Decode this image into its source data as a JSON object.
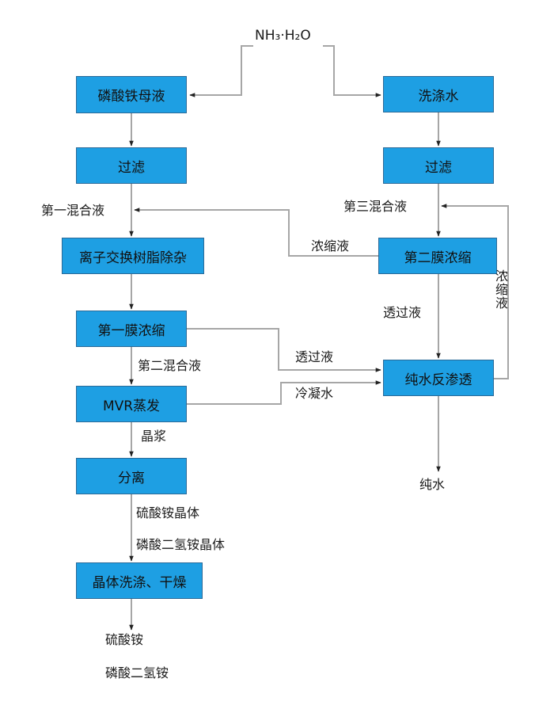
{
  "reagent": "NH₃·H₂O",
  "nodes": {
    "ferric_phosphate_mother_liquor": "磷酸铁母液",
    "filter_left": "过滤",
    "ion_exchange": "离子交换树脂除杂",
    "first_membrane": "第一膜浓缩",
    "mvr": "MVR蒸发",
    "separation": "分离",
    "crystal_wash_dry": "晶体洗涤、干燥",
    "wash_water": "洗涤水",
    "filter_right": "过滤",
    "second_membrane": "第二膜浓缩",
    "ro": "纯水反渗透"
  },
  "labels": {
    "first_mixture": "第一混合液",
    "third_mixture": "第三混合液",
    "concentrate_h": "浓缩液",
    "concentrate_v": "浓缩液",
    "permeate_right": "透过液",
    "permeate_mid": "透过液",
    "condensate": "冷凝水",
    "second_mixture": "第二混合液",
    "slurry": "晶浆",
    "ammonium_sulfate_crystal": "硫酸铵晶体",
    "map_crystal": "磷酸二氢铵晶体",
    "pure_water": "纯水",
    "product_ammonium_sulfate": "硫酸铵",
    "product_map": "磷酸二氢铵"
  },
  "colors": {
    "box_fill": "#1e9fe3",
    "box_border": "#2b6a98",
    "line": "#a6a6a6",
    "arrow": "#222222"
  }
}
